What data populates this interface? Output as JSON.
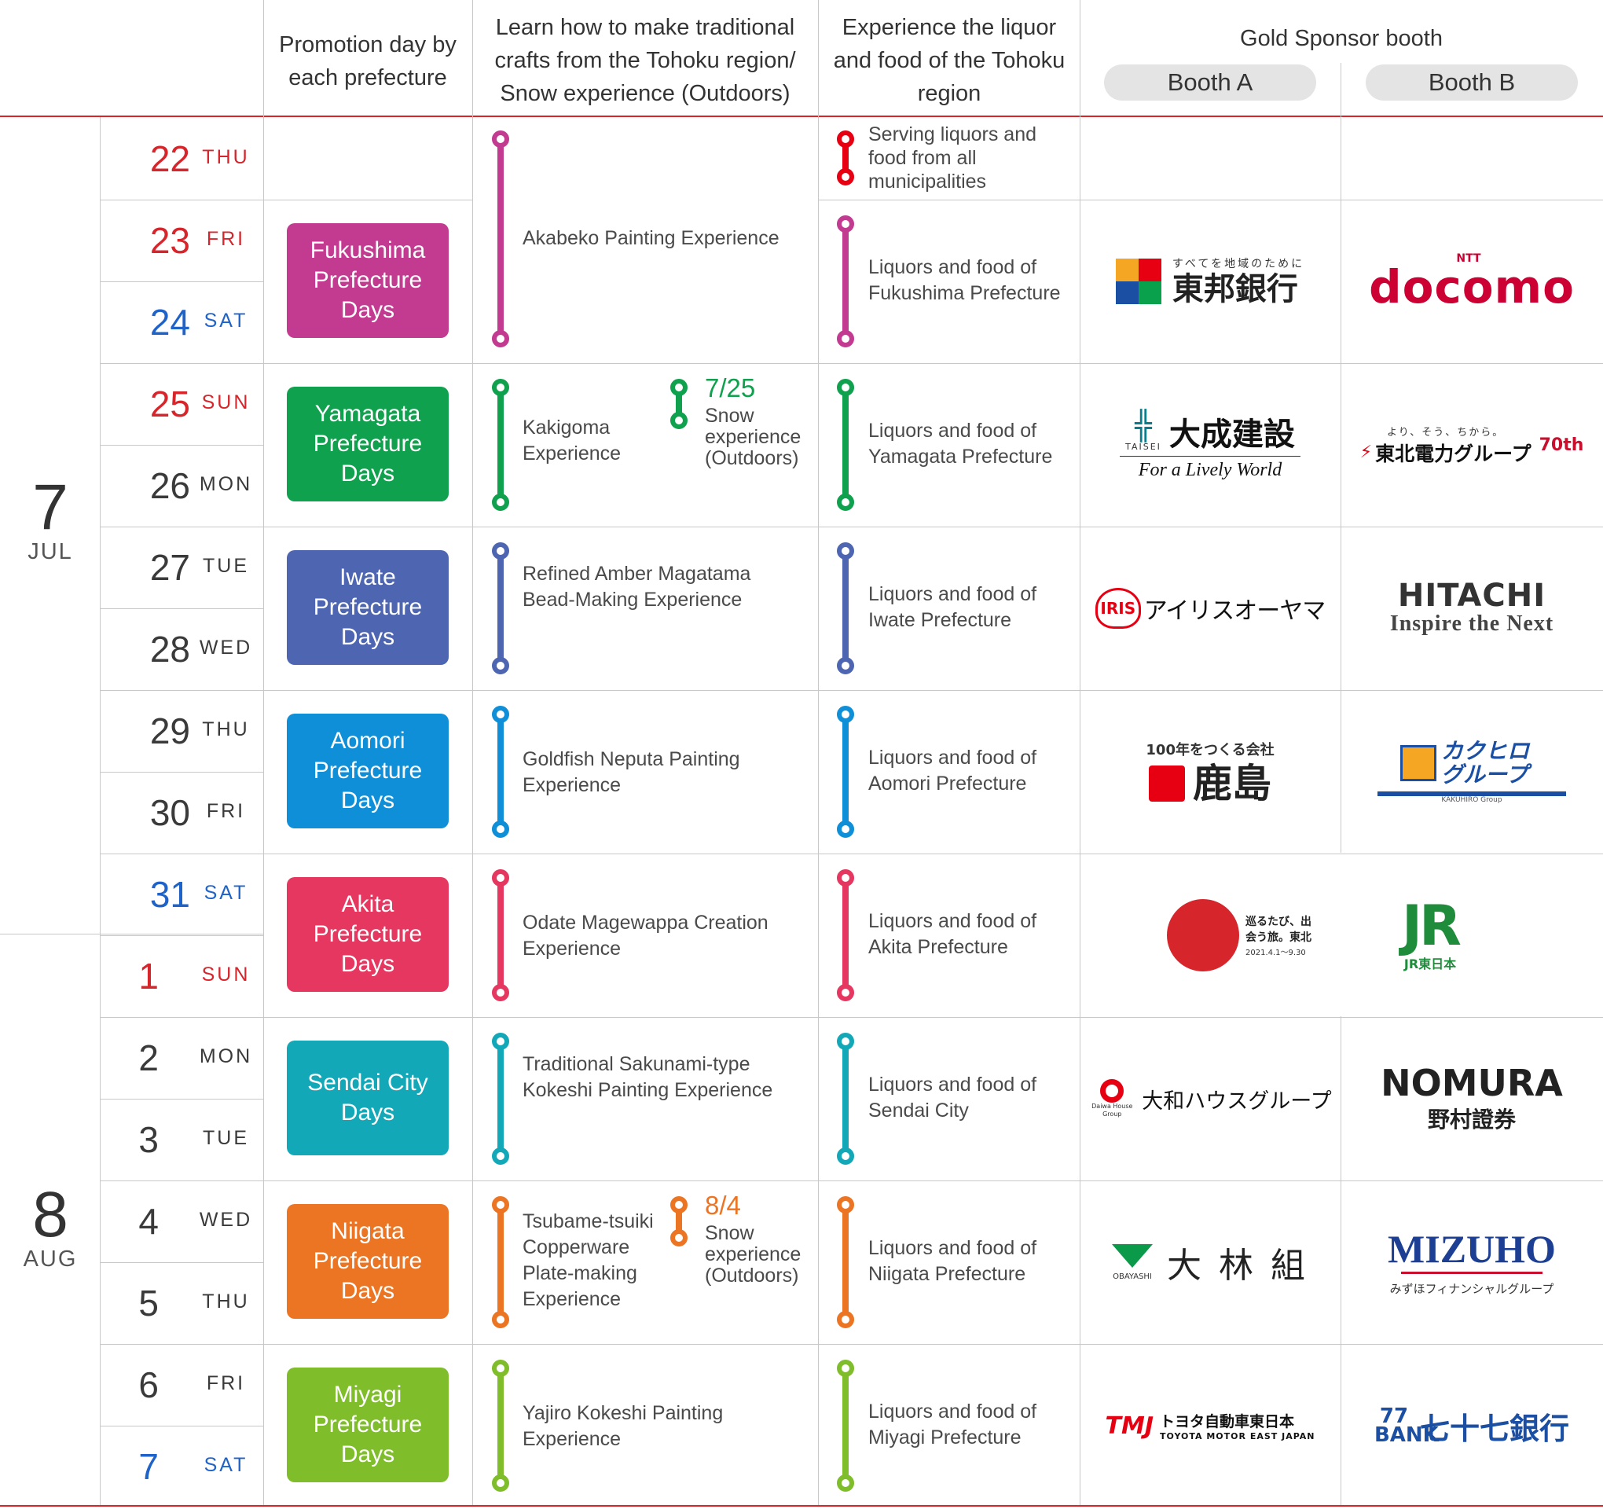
{
  "header": {
    "promotion": "Promotion day by each prefecture",
    "crafts": "Learn how to make traditional crafts from the Tohoku region/ Snow experience (Outdoors)",
    "liquor": "Experience the liquor and food of the Tohoku region",
    "gold": "Gold Sponsor booth",
    "booth_a": "Booth A",
    "booth_b": "Booth B"
  },
  "months": [
    {
      "num": "7",
      "name": "JUL"
    },
    {
      "num": "8",
      "name": "AUG"
    }
  ],
  "days": [
    {
      "num": "22",
      "wd": "THU",
      "color": "red"
    },
    {
      "num": "23",
      "wd": "FRI",
      "color": "red"
    },
    {
      "num": "24",
      "wd": "SAT",
      "color": "blue"
    },
    {
      "num": "25",
      "wd": "SUN",
      "color": "red"
    },
    {
      "num": "26",
      "wd": "MON",
      "color": "dark"
    },
    {
      "num": "27",
      "wd": "TUE",
      "color": "dark"
    },
    {
      "num": "28",
      "wd": "WED",
      "color": "dark"
    },
    {
      "num": "29",
      "wd": "THU",
      "color": "dark"
    },
    {
      "num": "30",
      "wd": "FRI",
      "color": "dark"
    },
    {
      "num": "31",
      "wd": "SAT",
      "color": "blue"
    },
    {
      "num": "1",
      "wd": "SUN",
      "color": "red"
    },
    {
      "num": "2",
      "wd": "MON",
      "color": "dark"
    },
    {
      "num": "3",
      "wd": "TUE",
      "color": "dark"
    },
    {
      "num": "4",
      "wd": "WED",
      "color": "dark"
    },
    {
      "num": "5",
      "wd": "THU",
      "color": "dark"
    },
    {
      "num": "6",
      "wd": "FRI",
      "color": "dark"
    },
    {
      "num": "7",
      "wd": "SAT",
      "color": "blue"
    }
  ],
  "serving_all": {
    "text": "Serving liquors and food from all municipalities",
    "color": "#e60012"
  },
  "akabeko": {
    "text": "Akabeko Painting Experience",
    "color": "#c33a91"
  },
  "blocks": [
    {
      "promo": "Fukushima Prefecture Days",
      "color": "#c33a91",
      "craft": "",
      "liquor": "Liquors and food of Fukushima Prefecture",
      "booth_a": "東邦銀行",
      "booth_a_tag": "すべてを地域のために",
      "booth_b": "docomo",
      "booth_b_tag": "NTT"
    },
    {
      "promo": "Yamagata Prefecture Days",
      "color": "#0fa14d",
      "craft": "Kakigoma Experience",
      "snow_date": "7/25",
      "snow_text": "Snow experience (Outdoors)",
      "liquor": "Liquors and food of Yamagata Prefecture",
      "booth_a": "大成建設",
      "booth_a_tag": "For a Lively World",
      "booth_a_small": "TAISEI",
      "booth_b": "東北電力グループ",
      "booth_b_tag": "より、そう、ちから。",
      "booth_b_small": "70th"
    },
    {
      "promo": "Iwate Prefecture Days",
      "color": "#4e66b2",
      "craft": "Refined Amber Magatama Bead-Making Experience",
      "liquor": "Liquors and food of Iwate Prefecture",
      "booth_a": "アイリスオーヤマ",
      "booth_a_tag": "IRIS",
      "booth_b": "HITACHI",
      "booth_b_tag": "Inspire the Next"
    },
    {
      "promo": "Aomori Prefecture Days",
      "color": "#0f8fd8",
      "craft": "Goldfish Neputa Painting Experience",
      "liquor": "Liquors and food of Aomori Prefecture",
      "booth_a": "鹿島",
      "booth_a_tag": "100年をつくる会社",
      "booth_b": "カクヒログループ",
      "booth_b_tag": "KAKUHIRO Group"
    },
    {
      "promo": "Akita Prefecture Days",
      "color": "#e5375f",
      "craft": "Odate Magewappa Creation Experience",
      "liquor": "Liquors and food of Akita Prefecture",
      "booth_a": "巡るたび、出会う旅。東北",
      "booth_a_tag": "2021.4.1～9.30",
      "booth_b": "JR",
      "booth_b_tag": "JR東日本"
    },
    {
      "promo": "Sendai City Days",
      "color": "#12a8b8",
      "craft": "Traditional Sakunami-type Kokeshi Painting Experience",
      "liquor": "Liquors and food of Sendai City",
      "booth_a": "大和ハウスグループ",
      "booth_a_tag": "Daiwa House Group",
      "booth_b": "NOMURA",
      "booth_b_tag": "野村證券"
    },
    {
      "promo": "Niigata Prefecture Days",
      "color": "#ec7523",
      "craft": "Tsubame-tsuiki Copperware Plate-making Experience",
      "snow_date": "8/4",
      "snow_text": "Snow experience (Outdoors)",
      "liquor": "Liquors and food of Niigata Prefecture",
      "booth_a": "大 林 組",
      "booth_a_tag": "OBAYASHI",
      "booth_b": "MIZUHO",
      "booth_b_tag": "みずほフィナンシャルグループ"
    },
    {
      "promo": "Miyagi Prefecture Days",
      "color": "#7fbd2b",
      "craft": "Yajiro Kokeshi Painting Experience",
      "liquor": "Liquors and food of Miyagi Prefecture",
      "booth_a": "トヨタ自動車東日本",
      "booth_a_tag": "TOYOTA MOTOR EAST JAPAN",
      "booth_b": "七十七銀行",
      "booth_b_tag": "77 BANK"
    }
  ],
  "colors": {
    "red_line": "#d7252c",
    "weekend_red": "#d7252c",
    "weekend_blue": "#1f63c8",
    "grid": "#c8c8c8"
  }
}
